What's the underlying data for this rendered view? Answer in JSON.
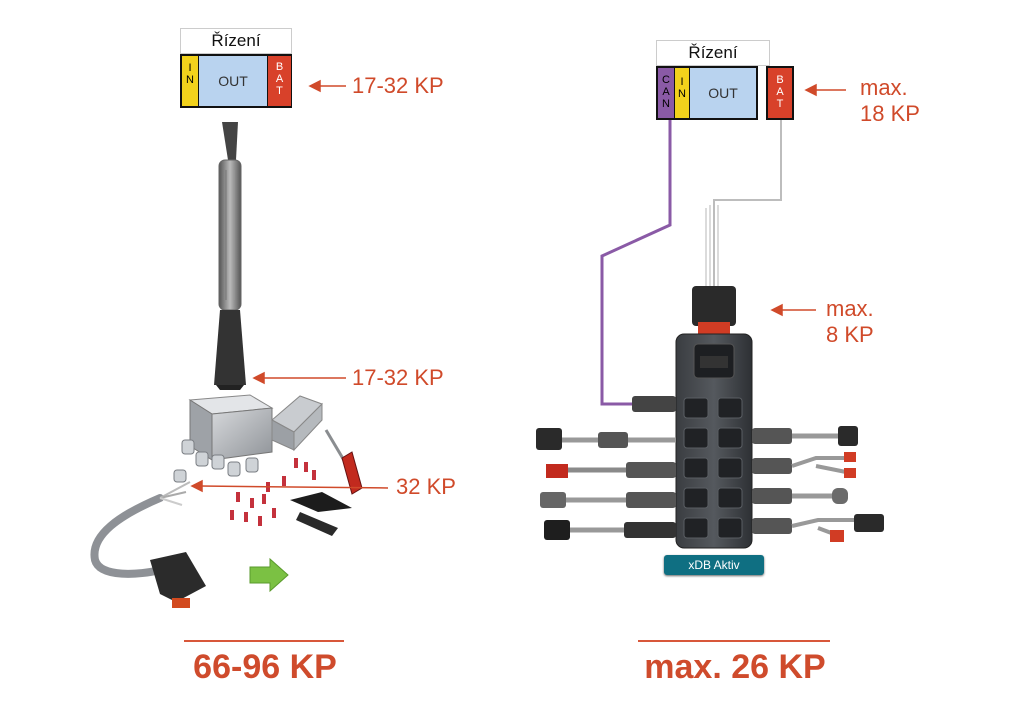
{
  "left": {
    "controller": {
      "title": "Řízení",
      "in": "IN",
      "out": "OUT",
      "bat": "BAT"
    },
    "labels": [
      "17-32 KP",
      "17-32 KP",
      "32 KP"
    ],
    "total": "66-96 KP"
  },
  "right": {
    "controller": {
      "title": "Řízení",
      "can": "CAN",
      "in": "IN",
      "out": "OUT",
      "bat": "BAT"
    },
    "labels": [
      {
        "line1": "max.",
        "line2": "18 KP"
      },
      {
        "line1": "max.",
        "line2": "8 KP"
      }
    ],
    "module_label": "xDB Aktiv",
    "total": "max. 26 KP"
  },
  "colors": {
    "accent": "#d04a2a",
    "in_block": "#f2d21c",
    "out_block": "#b9d3ef",
    "bat_block": "#d8412a",
    "can_block": "#8a5aa6",
    "can_wire": "#8a5aa6",
    "module_badge": "#0f6f82",
    "green_arrow": "#7bc143"
  }
}
